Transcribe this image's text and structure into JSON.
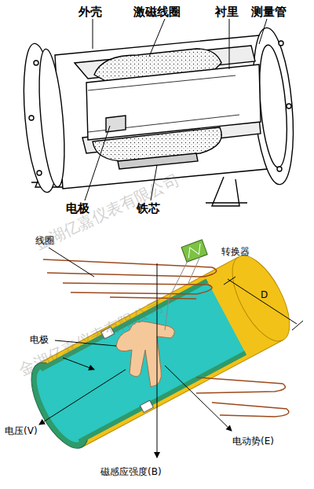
{
  "diagram": {
    "nodes": [],
    "edges": [],
    "labels": [
      "外壳",
      "激磁线圈",
      "衬里",
      "测量管",
      "电极",
      "铁芯",
      "金湖亿嘉仪表有限公司",
      "线圈",
      "转换器",
      "D",
      "电极",
      "电压(V)",
      "电动势(E)",
      "磁感应强度(B)",
      "金湖亿嘉仪表有限公司"
    ]
  }
}
